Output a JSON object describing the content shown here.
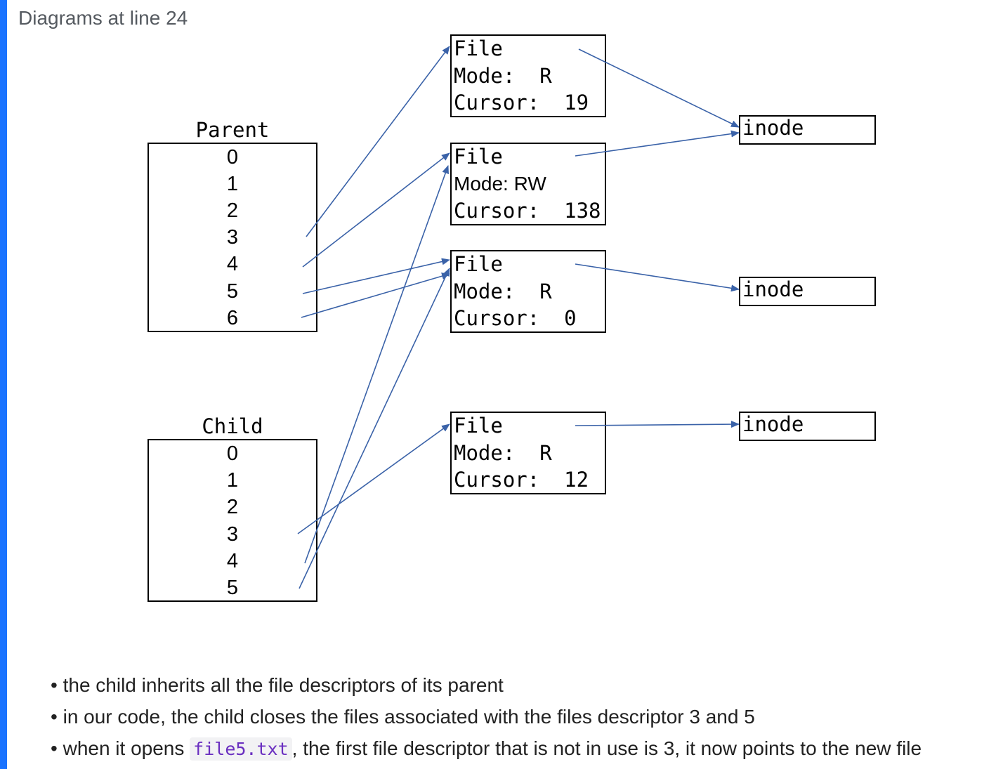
{
  "heading": "Diagrams at line 24",
  "parent": {
    "label": "Parent",
    "fds": [
      "0",
      "1",
      "2",
      "3",
      "4",
      "5",
      "6"
    ]
  },
  "child": {
    "label": "Child",
    "fds": [
      "0",
      "1",
      "2",
      "3",
      "4",
      "5"
    ]
  },
  "files": [
    {
      "title": "File",
      "mode": "Mode:  R",
      "cursor": "Cursor:  19"
    },
    {
      "title": "File",
      "mode": "Mode: RW",
      "cursor": "Cursor:  138"
    },
    {
      "title": "File",
      "mode": "Mode:  R",
      "cursor": "Cursor:  0"
    },
    {
      "title": "File",
      "mode": "Mode:  R",
      "cursor": "Cursor:  12"
    }
  ],
  "inodes": [
    "inode",
    "inode",
    "inode"
  ],
  "colors": {
    "arrow": "#3a62a8",
    "accent_bar": "#1a73ff",
    "code_text": "#6a2fc0"
  },
  "bullets": {
    "b1": "the child inherits all the file descriptors of its parent",
    "b2": "in our code, the child closes the files associated with the files descriptor 3 and 5",
    "b3_pre": "when it opens ",
    "b3_code": "file5.txt",
    "b3_post": ", the first file descriptor that is not in use is 3, it now points to the new file"
  }
}
